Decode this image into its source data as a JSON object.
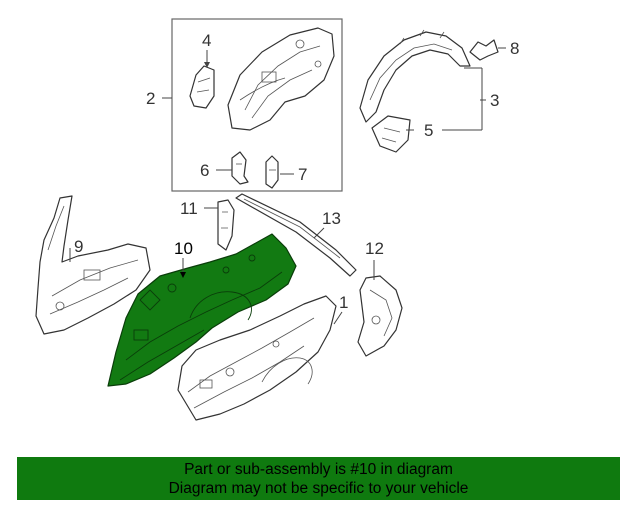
{
  "diagram": {
    "callouts": [
      "1",
      "2",
      "3",
      "4",
      "5",
      "6",
      "7",
      "8",
      "9",
      "10",
      "11",
      "12",
      "13"
    ],
    "highlighted_part": "10",
    "highlight_color": "#127a12"
  },
  "banner": {
    "line1": "Part or sub-assembly is #10 in diagram",
    "line2": "Diagram may not be specific to your vehicle",
    "background": "#0f7a0f"
  }
}
